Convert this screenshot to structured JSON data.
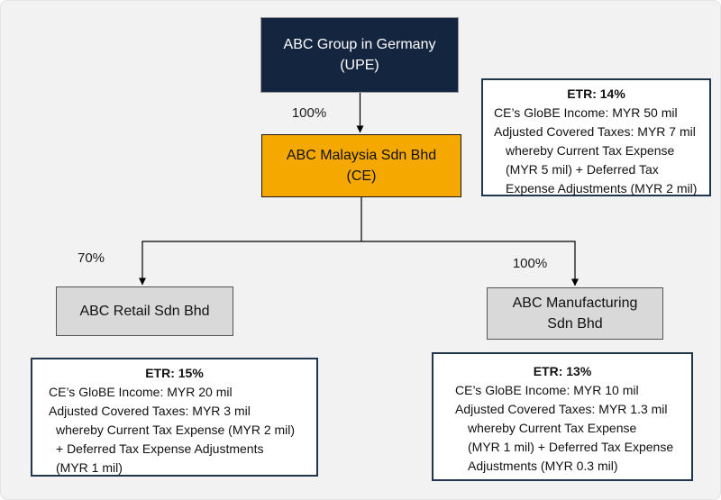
{
  "diagram": {
    "nodes": {
      "upe": {
        "label": "ABC Group in Germany\n(UPE)"
      },
      "ce": {
        "label": "ABC Malaysia Sdn Bhd\n(CE)"
      },
      "retail": {
        "label": "ABC Retail Sdn Bhd"
      },
      "manufacturing": {
        "label": "ABC Manufacturing\nSdn Bhd"
      }
    },
    "edges": {
      "upe_ce": {
        "label": "100%"
      },
      "ce_retail": {
        "label": "70%"
      },
      "ce_manufacturing": {
        "label": "100%"
      }
    },
    "etr_boxes": {
      "ce": {
        "title": "ETR: 14%",
        "income": "CE’s GloBE Income: MYR 50 mil",
        "taxes": "Adjusted Covered Taxes: MYR 7 mil",
        "detail": "whereby Current Tax Expense\n(MYR 5 mil) + Deferred Tax\nExpense Adjustments (MYR 2 mil)"
      },
      "retail": {
        "title": "ETR: 15%",
        "income": "CE’s GloBE Income: MYR 20 mil",
        "taxes": "Adjusted Covered Taxes: MYR 3 mil",
        "detail": "whereby Current Tax Expense (MYR 2 mil)\n+ Deferred Tax Expense Adjustments\n(MYR 1 mil)"
      },
      "manufacturing": {
        "title": "ETR: 13%",
        "income": "CE’s GloBE Income: MYR 10 mil",
        "taxes": "Adjusted Covered Taxes: MYR 1.3 mil",
        "detail": "whereby Current Tax Expense\n(MYR 1 mil) + Deferred Tax Expense\nAdjustments (MYR 0.3 mil)"
      }
    }
  },
  "colors": {
    "navy": "#14253f",
    "amber": "#f5a800",
    "gray-node": "#d9d9d9",
    "etr-border": "#1f3550",
    "background": "#f1f2f1",
    "line": "#000000"
  }
}
